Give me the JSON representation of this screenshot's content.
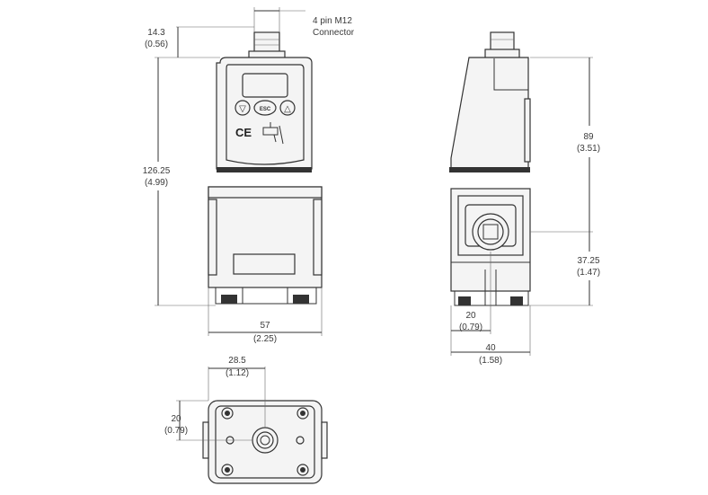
{
  "dimensions": {
    "connector_note_line1": "4 pin M12",
    "connector_note_line2": "Connector",
    "d_14_3": "14.3",
    "d_14_3_in": "(0.56)",
    "d_126_25": "126.25",
    "d_126_25_in": "(4.99)",
    "d_57": "57",
    "d_57_in": "(2.25)",
    "d_89": "89",
    "d_89_in": "(3.51)",
    "d_37_25": "37.25",
    "d_37_25_in": "(1.47)",
    "d_20_side": "20",
    "d_20_side_in": "(0.79)",
    "d_40": "40",
    "d_40_in": "(1.58)",
    "d_28_5": "28.5",
    "d_28_5_in": "(1.12)",
    "d_20_bottom": "20",
    "d_20_bottom_in": "(0.79)"
  },
  "device": {
    "button_left": "▽",
    "button_center": "ESC",
    "button_right": "△",
    "ce_mark": "CE"
  },
  "colors": {
    "line": "#333333",
    "fill": "#f4f4f4",
    "text": "#3a3a3a"
  }
}
